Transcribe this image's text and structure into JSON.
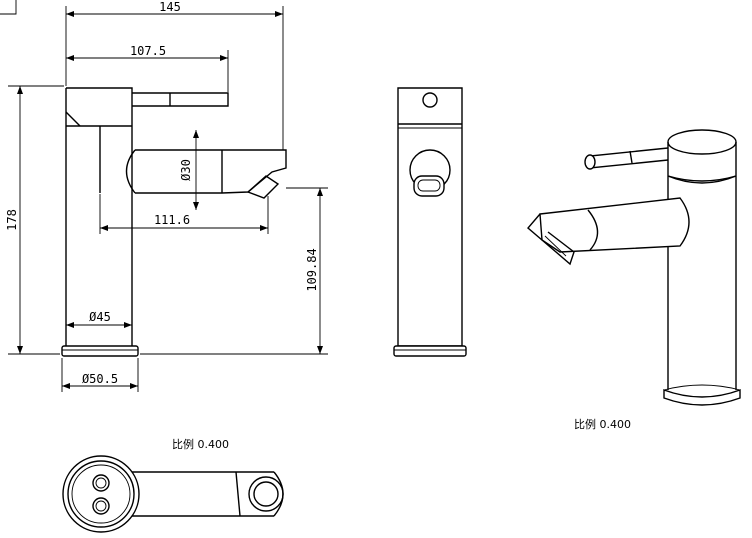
{
  "dimensions": {
    "overall_width": "145",
    "lever_reach": "107.5",
    "spout_reach": "111.6",
    "spout_diameter": "Ø30",
    "height": "178",
    "spout_height": "109.84",
    "body_diameter": "Ø45",
    "base_diameter": "Ø50.5"
  },
  "scale_labels": {
    "bottom_view": "比例 0.400",
    "iso_view": "比例 0.400"
  },
  "colors": {
    "stroke": "#000000",
    "background": "#ffffff"
  }
}
